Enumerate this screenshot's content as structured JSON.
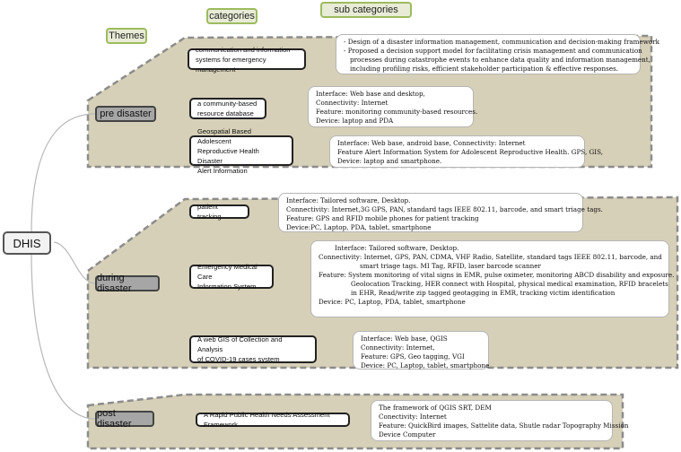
{
  "headers": {
    "themes": "Themes",
    "categories": "categories",
    "sub_categories": "sub categories"
  },
  "root": "DHIS",
  "pre": {
    "theme": "pre disaster",
    "c1": {
      "lines": [
        "communication and information",
        "systems for emergency management"
      ],
      "sub": [
        "- Design of a disaster information management, communication and decision-making framework",
        "- Proposed a decision support model for facilitating crisis management and communication",
        "processes during catastrophe events to enhance data quality and information management,",
        "including profiling risks, efficient stakeholder participation & effective responses."
      ]
    },
    "c2": {
      "lines": [
        "a community-based",
        "resource database"
      ],
      "sub": [
        "Interface: Web base and desktop,",
        "Connectivity: Internet",
        "Feature: monitoring community-based resources.",
        "Device: laptop and PDA"
      ]
    },
    "c3": {
      "lines": [
        "Geospatial Based Adolescent",
        "Reproductive Health Disaster",
        "Alert Information"
      ],
      "sub": [
        "Interface: Web base, android base, Connectivity: Internet",
        "Feature Alert Information System for Adolescent Reproductive Health. GPS, GIS,",
        "Device: laptop and smartphone."
      ]
    }
  },
  "during": {
    "theme": "during disaster",
    "c1": {
      "lines": [
        "patient tracking"
      ],
      "sub": [
        "Interface: Tailored software, Desktop.",
        "Connectivity: Internet,3G  GPS, PAN, standard tags IEEE 802.11, barcode, and smart triage tags.",
        "Feature: GPS and RFID mobile phones for patient tracking",
        "Device:PC, Laptop, PDA, tablet, smartphone"
      ]
    },
    "c2": {
      "lines": [
        "Emergency Medical Care",
        "Information System"
      ],
      "sub": [
        "Interface: Tailored software, Desktop.",
        "Connectivity: Internet,  GPS, PAN, CDMA, VHF Radio,  Satellite, standard tags IEEE 802.11, barcode, and",
        "smart triage tags. MI Tag, RFID, laser barcode scanner",
        "Feature: System monitoring of vital signs in EMR, pulse oximeter, monitoring ABCD disability and exposure.",
        "Geolocation Tracking, HER connect with Hospital, physical medical examination, RFID bracelets",
        "in EHR, Read/write zip tagged geotagging in EMR, tracking victim identification",
        "Device: PC, Laptop, PDA, tablet, smartphone"
      ]
    },
    "c3": {
      "lines": [
        "A web GIS of Collection and Analysis",
        "of COVID-19 cases system"
      ],
      "sub": [
        "Interface: Web base, QGIS",
        "Connectivity: Internet,",
        "Feature: GPS, Geo tagging, VGI",
        "Device: PC, Laptop, tablet, smartphone"
      ]
    }
  },
  "post": {
    "theme": "post disaster",
    "c1": {
      "lines": [
        "A Rapid Public Health Needs Assessment Framework"
      ],
      "sub": [
        "The framework of QGIS SRT, DEM",
        "Conectivity: Internet",
        "Feature:  QuickBird images, Sattelite data, Shutle radar Topography Mission",
        "Device  Computer"
      ]
    }
  },
  "colors": {
    "panel_fill": "#d6d0b8",
    "panel_border": "#8c8c8c",
    "header_border": "#9dbb5e",
    "theme_fill": "#a6a6a6"
  }
}
